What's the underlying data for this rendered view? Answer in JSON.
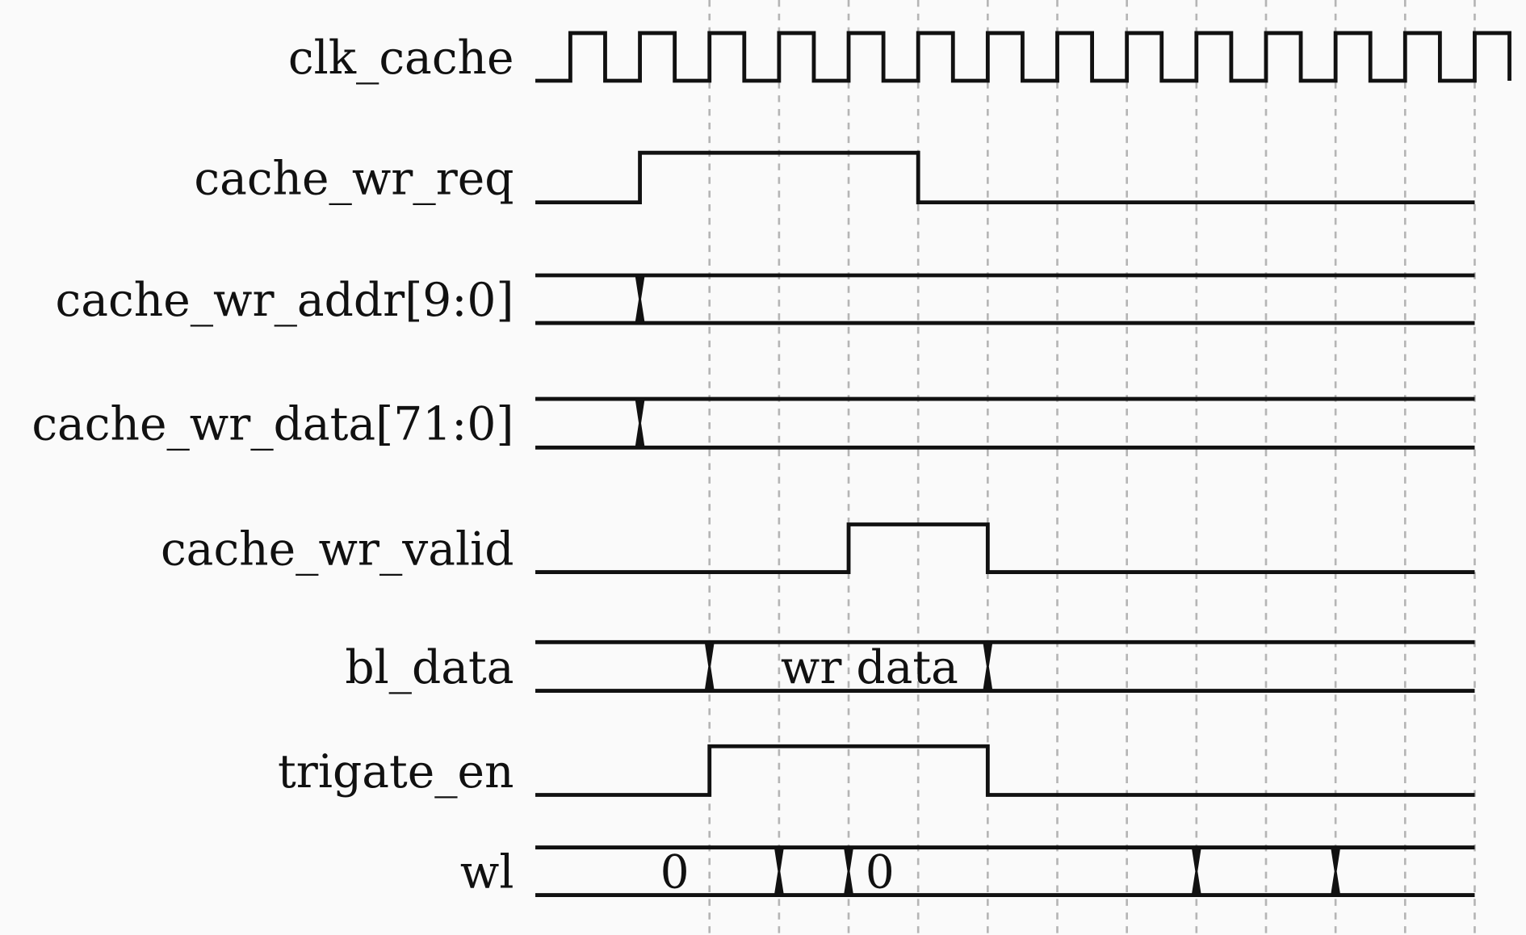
{
  "diagram": {
    "type": "timing",
    "clock_cycles": 14,
    "grid_from_cycle": 2,
    "grid_to_cycle": 13,
    "line_color": "#111111",
    "grid_color": "#b5b5b5",
    "signals": [
      {
        "name": "clk_cache",
        "kind": "clock"
      },
      {
        "name": "cache_wr_req",
        "kind": "bit",
        "edges": [
          [
            0,
            0
          ],
          [
            1,
            1
          ],
          [
            5,
            0
          ]
        ],
        "end": 13
      },
      {
        "name": "cache_wr_addr[9:0]",
        "kind": "bus",
        "transitions": [
          1
        ],
        "end": 13,
        "values": []
      },
      {
        "name": "cache_wr_data[71:0]",
        "kind": "bus",
        "transitions": [
          1
        ],
        "end": 13,
        "values": []
      },
      {
        "name": "cache_wr_valid",
        "kind": "bit",
        "edges": [
          [
            0,
            0
          ],
          [
            4,
            1
          ],
          [
            6,
            0
          ]
        ],
        "end": 13
      },
      {
        "name": "bl_data",
        "kind": "bus",
        "transitions": [
          2,
          6
        ],
        "end": 13,
        "values": [
          {
            "text": "wr data",
            "at": 4.3
          }
        ]
      },
      {
        "name": "trigate_en",
        "kind": "bit",
        "edges": [
          [
            0,
            0
          ],
          [
            2,
            1
          ],
          [
            6,
            0
          ]
        ],
        "end": 13
      },
      {
        "name": "wl",
        "kind": "bus",
        "transitions": [
          3,
          4,
          9,
          11
        ],
        "end": 13,
        "values": [
          {
            "text": "0",
            "at": 1.5
          },
          {
            "text": "0",
            "at": 4.45
          }
        ]
      }
    ]
  }
}
